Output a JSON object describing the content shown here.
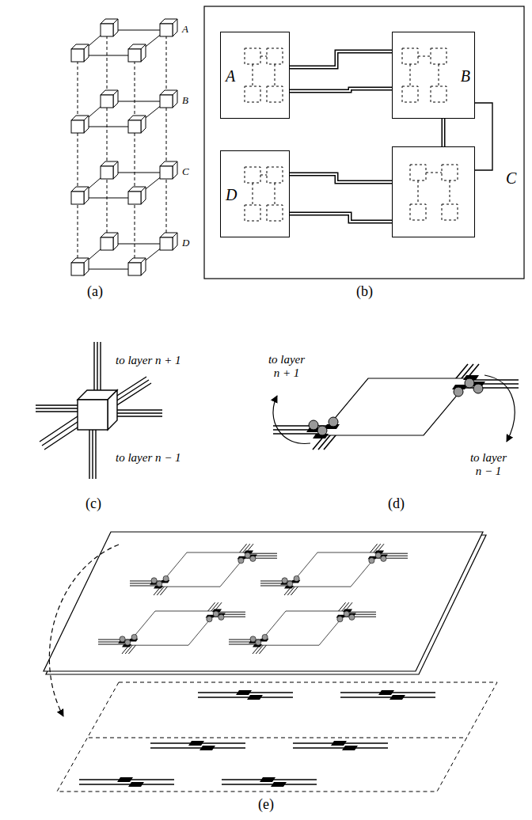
{
  "diagram": {
    "nodes": [
      {
        "text": [
          "A"
        ]
      },
      {
        "text": [
          "B"
        ]
      },
      {
        "text": [
          "D"
        ]
      },
      {
        "text": [
          "C"
        ]
      }
    ],
    "edges": [
      {
        "from": 0,
        "to": 1,
        "arrow": "none"
      },
      {
        "from": 0,
        "to": 1,
        "arrow": "none"
      },
      {
        "from": 2,
        "to": 3,
        "arrow": "none"
      },
      {
        "from": 2,
        "to": 3,
        "arrow": "none"
      },
      {
        "from": 1,
        "to": 3,
        "arrow": "none"
      },
      {
        "from": 1,
        "to": 3,
        "arrow": "none"
      }
    ],
    "labels": [
      "A",
      "B",
      "C",
      "D",
      "(a)",
      "(b)",
      "to layer n + 1",
      "to layer n − 1",
      "(c)",
      "to layer n + 1",
      "to layer n − 1",
      "(d)",
      "(e)"
    ]
  }
}
